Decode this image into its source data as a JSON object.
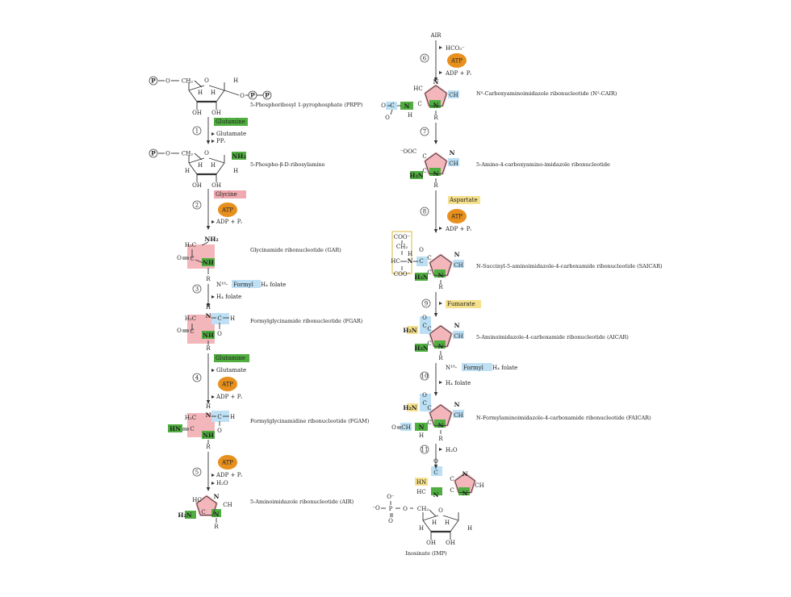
{
  "colors": {
    "glutamine": "#4fae3f",
    "glycine": "#f0a9b0",
    "formyl": "#bfe0f4",
    "aspartate": "#f6e08c",
    "fumarate": "#f6e08c",
    "atp": "#e8901e",
    "ring_pink": "#f3b6bb",
    "ring_green": "#5fb94a",
    "ring_blue": "#bcdff3",
    "line": "#333333"
  },
  "left": {
    "prpp": {
      "name": "5-Phosphoribosyl 1-pyrophosphate (PRPP)",
      "atoms": [
        "P",
        "O",
        "CH₂",
        "O",
        "H",
        "H",
        "H",
        "O",
        "P",
        "P",
        "OH",
        "OH"
      ]
    },
    "step1": {
      "num": "1",
      "reagent": "Glutamine",
      "products": [
        "Glutamate",
        "PPᵢ"
      ]
    },
    "prib": {
      "name": "5-Phospho-β-D-ribosylamine",
      "atoms": [
        "P",
        "O",
        "CH₂",
        "O",
        "NH₂",
        "H",
        "H",
        "H",
        "H",
        "OH",
        "OH"
      ]
    },
    "step2": {
      "num": "2",
      "reagent": "Glycine",
      "atp": "ATP",
      "products": [
        "ADP + Pᵢ"
      ]
    },
    "gar": {
      "name": "Glycinamide ribonucleotide (GAR)",
      "atoms": [
        "NH₂",
        "H₂C",
        "O",
        "C",
        "NH",
        "R"
      ]
    },
    "step3": {
      "num": "3",
      "formyl_pre": "N¹⁰-",
      "formyl": "Formyl",
      "formyl_post": " H₄ folate",
      "products": [
        "H₄ folate"
      ]
    },
    "fgar": {
      "name": "Formylglycinamide ribonucleotide (FGAR)",
      "atoms": [
        "H",
        "H₂C",
        "N",
        "C",
        "H",
        "O",
        "C",
        "O",
        "NH",
        "R"
      ]
    },
    "step4": {
      "num": "4",
      "reagent": "Glutamine",
      "atp": "ATP",
      "products": [
        "Glutamate",
        "ADP + Pᵢ"
      ]
    },
    "fgam": {
      "name": "Formylglycinamidine ribonucleotide (FGAM)",
      "atoms": [
        "H",
        "H₂C",
        "N",
        "C",
        "H",
        "HN",
        "C",
        "O",
        "NH",
        "R"
      ]
    },
    "step5": {
      "num": "5",
      "atp": "ATP",
      "products": [
        "ADP + Pᵢ",
        "H₂O"
      ]
    },
    "air": {
      "name": "5-Aminoimidazole ribonucleotide (AIR)",
      "atoms": [
        "HC",
        "C",
        "N",
        "CH",
        "N",
        "H₂N",
        "R"
      ]
    }
  },
  "right": {
    "air_label": "AIR",
    "step6": {
      "num": "6",
      "reagent": "HCO₃⁻",
      "atp": "ATP",
      "products": [
        "ADP + Pᵢ"
      ]
    },
    "ncair": {
      "name": "N⁵-Carboxyaminoimidazole ribonucleotide (N⁵-CAIR)",
      "atoms": [
        "HC",
        "C",
        "N",
        "CH",
        "N",
        "C",
        "N",
        "O",
        "H",
        "R"
      ]
    },
    "step7": {
      "num": "7"
    },
    "cair": {
      "name": "5-Amino-4-carboxyamino-imidazole ribonucleotide",
      "atoms": [
        "⁻OOC",
        "C",
        "N",
        "CH",
        "C",
        "N",
        "H₂N",
        "R"
      ]
    },
    "step8": {
      "num": "8",
      "reagent": "Aspartate",
      "atp": "ATP",
      "products": [
        "ADP + Pᵢ"
      ]
    },
    "saicar": {
      "name": "N-Succinyl-5-aminoimidazole-4-carboxamide ribonucleotide (SAICAR)",
      "atoms": [
        "COO⁻",
        "CH₂",
        "HC",
        "N",
        "C",
        "H",
        "O",
        "COO⁻",
        "C",
        "N",
        "CH",
        "C",
        "N",
        "H₂N",
        "R"
      ]
    },
    "step9": {
      "num": "9",
      "product": "Fumarate"
    },
    "aicar": {
      "name": "5-Aminoimidazole-4-carboxamide ribonucleotide (AICAR)",
      "atoms": [
        "H₂N",
        "C",
        "O",
        "C",
        "N",
        "CH",
        "C",
        "N",
        "H₂N",
        "R"
      ]
    },
    "step10": {
      "num": "10",
      "formyl_pre": "N¹⁰-",
      "formyl": "Formyl",
      "formyl_post": " H₄ folate",
      "products": [
        "H₄ folate"
      ]
    },
    "faicar": {
      "name": "N-Formylaminoimidazole-4-carboxamide ribonucleotide (FAICAR)",
      "atoms": [
        "H₂N",
        "C",
        "O",
        "C",
        "N",
        "CH",
        "C",
        "N",
        "O",
        "CH",
        "N",
        "H",
        "R"
      ]
    },
    "step11": {
      "num": "11",
      "products": [
        "H₂O"
      ]
    },
    "imp": {
      "name": "Inosinate (IMP)",
      "atoms": [
        "O",
        "C",
        "HN",
        "HC",
        "N",
        "C",
        "N",
        "CH",
        "C",
        "N",
        "O⁻",
        "⁻O",
        "P",
        "O",
        "O",
        "CH₂",
        "O",
        "H",
        "H",
        "H",
        "H",
        "OH",
        "OH"
      ]
    }
  }
}
